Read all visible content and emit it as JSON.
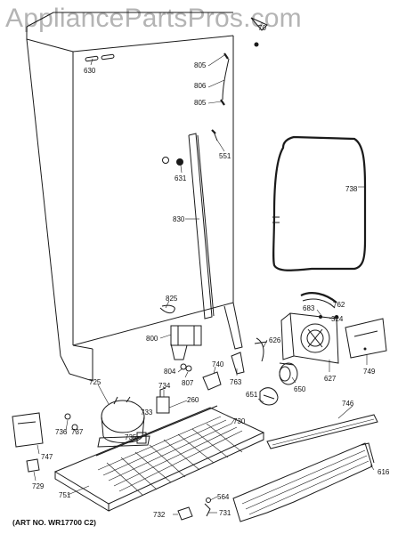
{
  "watermark": "AppliancePartsPros.com",
  "caption": "(ART NO. WR17700 C2)",
  "parts": {
    "p70": "70",
    "p630": "630",
    "p805a": "805",
    "p806": "806",
    "p805b": "805",
    "p551": "551",
    "p631": "631",
    "p738": "738",
    "p830": "830",
    "p825": "825",
    "p762": "762",
    "p683": "683",
    "p324": "324",
    "p626": "626",
    "p800": "800",
    "p804": "804",
    "p807": "807",
    "p740": "740",
    "p763": "763",
    "p627": "627",
    "p749": "749",
    "p725": "725",
    "p734": "734",
    "p650": "650",
    "p651": "651",
    "p260": "260",
    "p733": "733",
    "p746": "746",
    "p730": "730",
    "p736": "736",
    "p737": "737",
    "p735": "735",
    "p747": "747",
    "p729": "729",
    "p751": "751",
    "p616": "616",
    "p564": "564",
    "p732": "732",
    "p731": "731"
  }
}
